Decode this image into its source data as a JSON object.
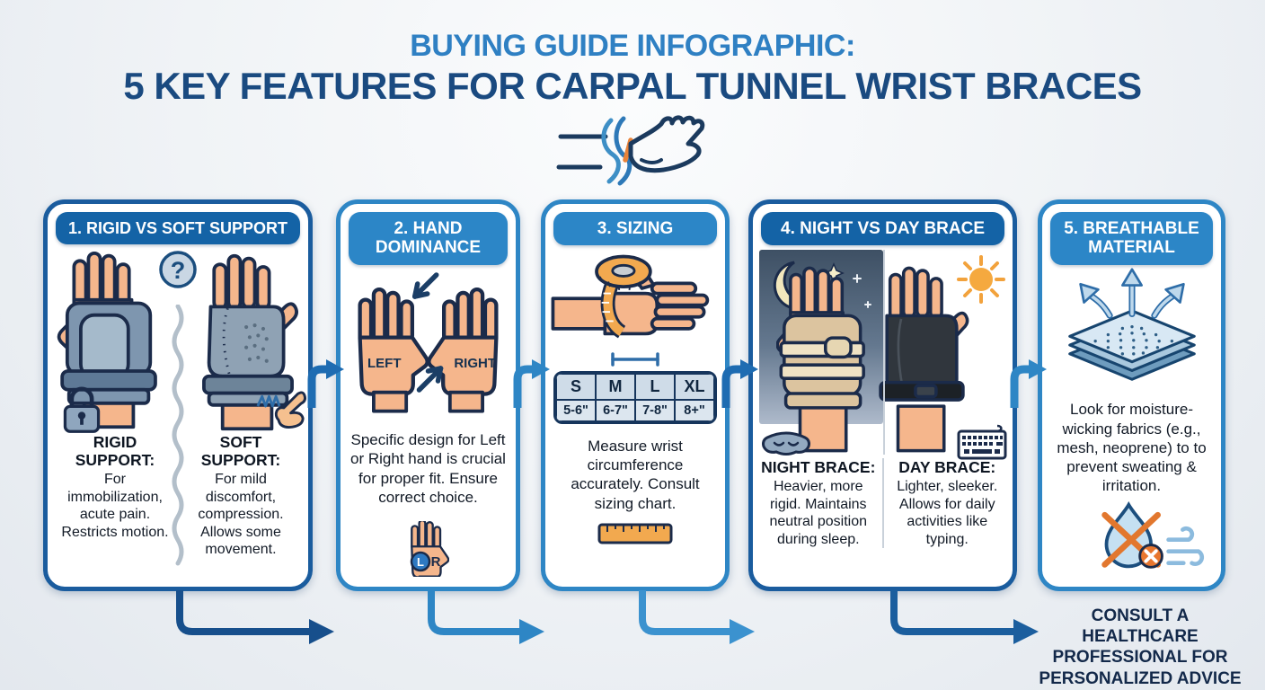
{
  "title": {
    "line1": "BUYING GUIDE INFOGRAPHIC:",
    "line2": "5 KEY FEATURES FOR CARPAL TUNNEL WRIST BRACES"
  },
  "colors": {
    "title_light": "#2F80C3",
    "title_dark": "#1A4A80",
    "header_dark": "#1463A6",
    "header_light": "#2C86C7",
    "panel_border_dark": "#1A5C9E",
    "panel_border_light": "#2E86C5",
    "arrow_blue": "#1E6CB2",
    "night_sky": "#3E5064",
    "accent_orange": "#E8833A"
  },
  "panels": [
    {
      "header": "1. RIGID VS SOFT SUPPORT",
      "qmark": "?",
      "left": {
        "title": "RIGID SUPPORT:",
        "body": "For immobilization, acute pain. Restricts motion."
      },
      "right": {
        "title": "SOFT SUPPORT:",
        "body": "For mild discomfort, compression. Allows some movement."
      }
    },
    {
      "header": "2. HAND DOMINANCE",
      "labels": {
        "left": "LEFT",
        "right": "RIGHT"
      },
      "body": "Specific design for Left or Right hand is crucial for proper fit. Ensure correct choice.",
      "lr": {
        "l": "L",
        "r": "R"
      }
    },
    {
      "header": "3. SIZING",
      "table": {
        "sizes": [
          "S",
          "M",
          "L",
          "XL"
        ],
        "ranges": [
          "5-6\"",
          "6-7\"",
          "7-8\"",
          "8+\""
        ]
      },
      "body": "Measure wrist circumference accurately. Consult sizing chart."
    },
    {
      "header": "4. NIGHT VS DAY BRACE",
      "left": {
        "title": "NIGHT BRACE:",
        "body": "Heavier, more rigid. Maintains neutral position during sleep."
      },
      "right": {
        "title": "DAY BRACE:",
        "body": "Lighter, sleeker. Allows for daily activities like typing."
      }
    },
    {
      "header": "5. BREATHABLE MATERIAL",
      "body": "Look for moisture-wicking fabrics (e.g., mesh, neoprene) to to prevent sweating & irritation."
    }
  ],
  "footer": {
    "note": "CONSULT A HEALTHCARE PROFESSIONAL FOR PERSONALIZED ADVICE"
  }
}
